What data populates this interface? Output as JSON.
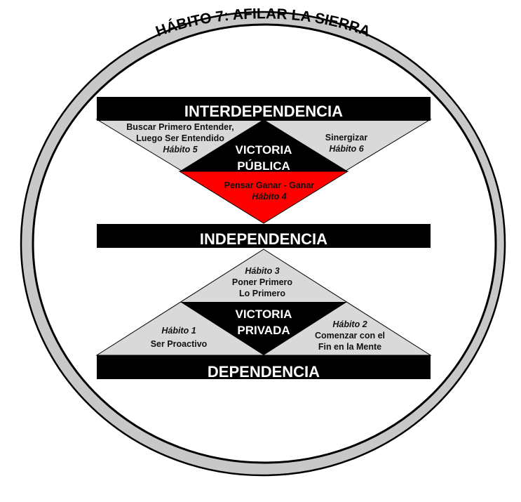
{
  "title": "HÁBITO 7: AFILAR LA SIERRA",
  "bars": {
    "interdependencia": "INTERDEPENDENCIA",
    "independencia": "INDEPENDENCIA",
    "dependencia": "DEPENDENCIA"
  },
  "public_victory": {
    "line1": "VICTORIA",
    "line2": "PÚBLICA"
  },
  "private_victory": {
    "line1": "VICTORIA",
    "line2": "PRIVADA"
  },
  "habit5": {
    "line1": "Buscar Primero Entender,",
    "line2": "Luego Ser Entendido",
    "tag": "Hábito 5"
  },
  "habit6": {
    "line1": "Sinergizar",
    "tag": "Hábito 6"
  },
  "habit4": {
    "line1": "Pensar Ganar - Ganar",
    "tag": "Hábito 4"
  },
  "habit3": {
    "tag": "Hábito 3",
    "line1": "Poner Primero",
    "line2": "Lo Primero"
  },
  "habit1": {
    "tag": "Hábito 1",
    "line1": "Ser Proactivo"
  },
  "habit2": {
    "tag": "Hábito 2",
    "line1": "Comenzar con el",
    "line2": "Fin en la Mente"
  },
  "colors": {
    "ring": "#c8c8c8",
    "light_fill": "#d9d9d9",
    "dark_fill": "#000000",
    "win_win_fill": "#ff0000"
  }
}
